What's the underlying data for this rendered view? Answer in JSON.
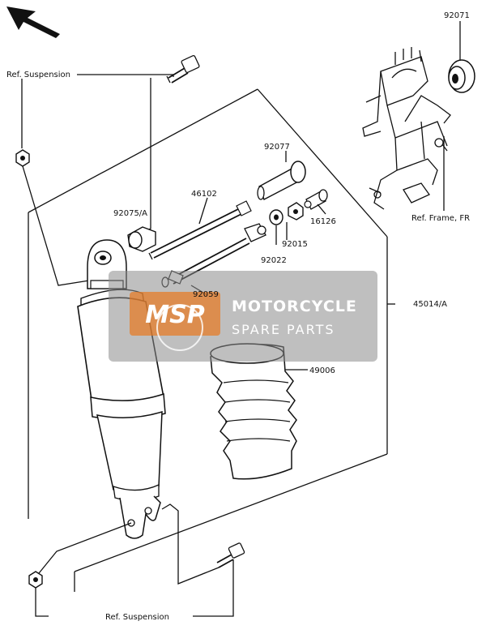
{
  "callouts": {
    "p92071": "92071",
    "ref_suspension_top": "Ref. Suspension",
    "p92077": "92077",
    "p46102": "46102",
    "p92075a": "92075/A",
    "p16126": "16126",
    "p92015": "92015",
    "p92022": "92022",
    "ref_frame": "Ref. Frame, FR",
    "p92059": "92059",
    "p45014a": "45014/A",
    "p49006": "49006",
    "ref_suspension_bottom": "Ref. Suspension"
  },
  "watermark": {
    "logo": "MSP",
    "line1": "MOTORCYCLE",
    "line2": "SPARE PARTS"
  },
  "colors": {
    "ink": "#111111",
    "watermark_box": "#8a8a8a",
    "watermark_logo": "#e8771e"
  },
  "icons": {
    "direction": "front-direction-arrow-icon"
  }
}
